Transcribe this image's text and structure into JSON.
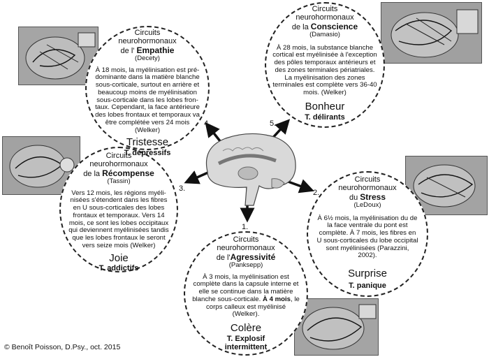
{
  "circles": {
    "empathie": {
      "title_line1": "Circuits",
      "title_line2": "neurohormonaux",
      "title_line3_prefix": "de l'",
      "title_line3_name": "Empathie",
      "author": "(Decety)",
      "body": "À 18 mois, la myélinisation est pré-dominante dans la matière blanche sous-corticale, surtout en arrière et beaucoup moins de myélinisation sous-corticale dans les lobes fron-taux. Cependant, la face antérieure des lobes frontaux et temporaux va être complétée vers 24 mois (Welker)",
      "emotion": "Tristesse",
      "disorder": "T. dépressifs",
      "number": "4."
    },
    "conscience": {
      "title_line1": "Circuits",
      "title_line2": "neurohormonaux",
      "title_line3_prefix": "de la",
      "title_line3_name": "Conscience",
      "author": "(Damasio)",
      "body": "À 28 mois, la substance blanche cortical est myélinisée à l'exception des pôles temporaux antérieurs et des zones terminales périatriales. La myélinisation des zones terminales est complète vers 36-40 mois. (Welker)",
      "emotion": "Bonheur",
      "disorder": "T. délirants",
      "number": "5."
    },
    "recompense": {
      "title_line1": "Circuits",
      "title_line2": "neurohormonaux",
      "title_line3_prefix": "de la",
      "title_line3_name": "Récompense",
      "author": "(Tassin)",
      "body": "Vers 12 mois, les régions myéli-nisées s'étendent dans les fibres en U sous-corticales des lobes frontaux et temporaux. Vers 14 mois, ce sont les lobes occipitaux qui deviennent myélinisées tandis que les lobes frontaux le seront vers seize mois (Welker)",
      "emotion": "Joie",
      "disorder": "T. addictifs",
      "number": "3."
    },
    "stress": {
      "title_line1": "Circuits",
      "title_line2": "neurohormonaux",
      "title_line3_prefix": "du",
      "title_line3_name": "Stress",
      "author": "(LeDoux)",
      "body": "À 6½ mois, la myélinisation du de la face ventrale du pont est complète. À 7 mois, les fibres en U sous-corticales du lobe occipital sont myélinisées (Parazzini, 2002).",
      "emotion": "Surprise",
      "disorder": "T. panique",
      "number": "2."
    },
    "agressivite": {
      "title_line1": "Circuits",
      "title_line2": "neurohormonaux",
      "title_line3_prefix": "de l'",
      "title_line3_name": "Agressivité",
      "author": "(Panksepp)",
      "body": "À 3 mois, la myélinisation est complète dans la capsule interne et elle se continue dans la matière blanche sous-corticale.",
      "body_bold": "À 4 mois",
      "body_tail": ", le corps calleux est myélinisé (Welker).",
      "emotion": "Colère",
      "disorder_line1": "T. Explosif",
      "disorder_line2": "intermittent",
      "number": "1."
    }
  },
  "copyright": "© Benoît Poisson, D.Psy., oct. 2015",
  "colors": {
    "dashed_border": "#222222",
    "thumbnail": "#9a9a9a",
    "background": "#ffffff"
  },
  "icons": [
    "brain-sagittal-illustration",
    "brain-thumbnail"
  ]
}
